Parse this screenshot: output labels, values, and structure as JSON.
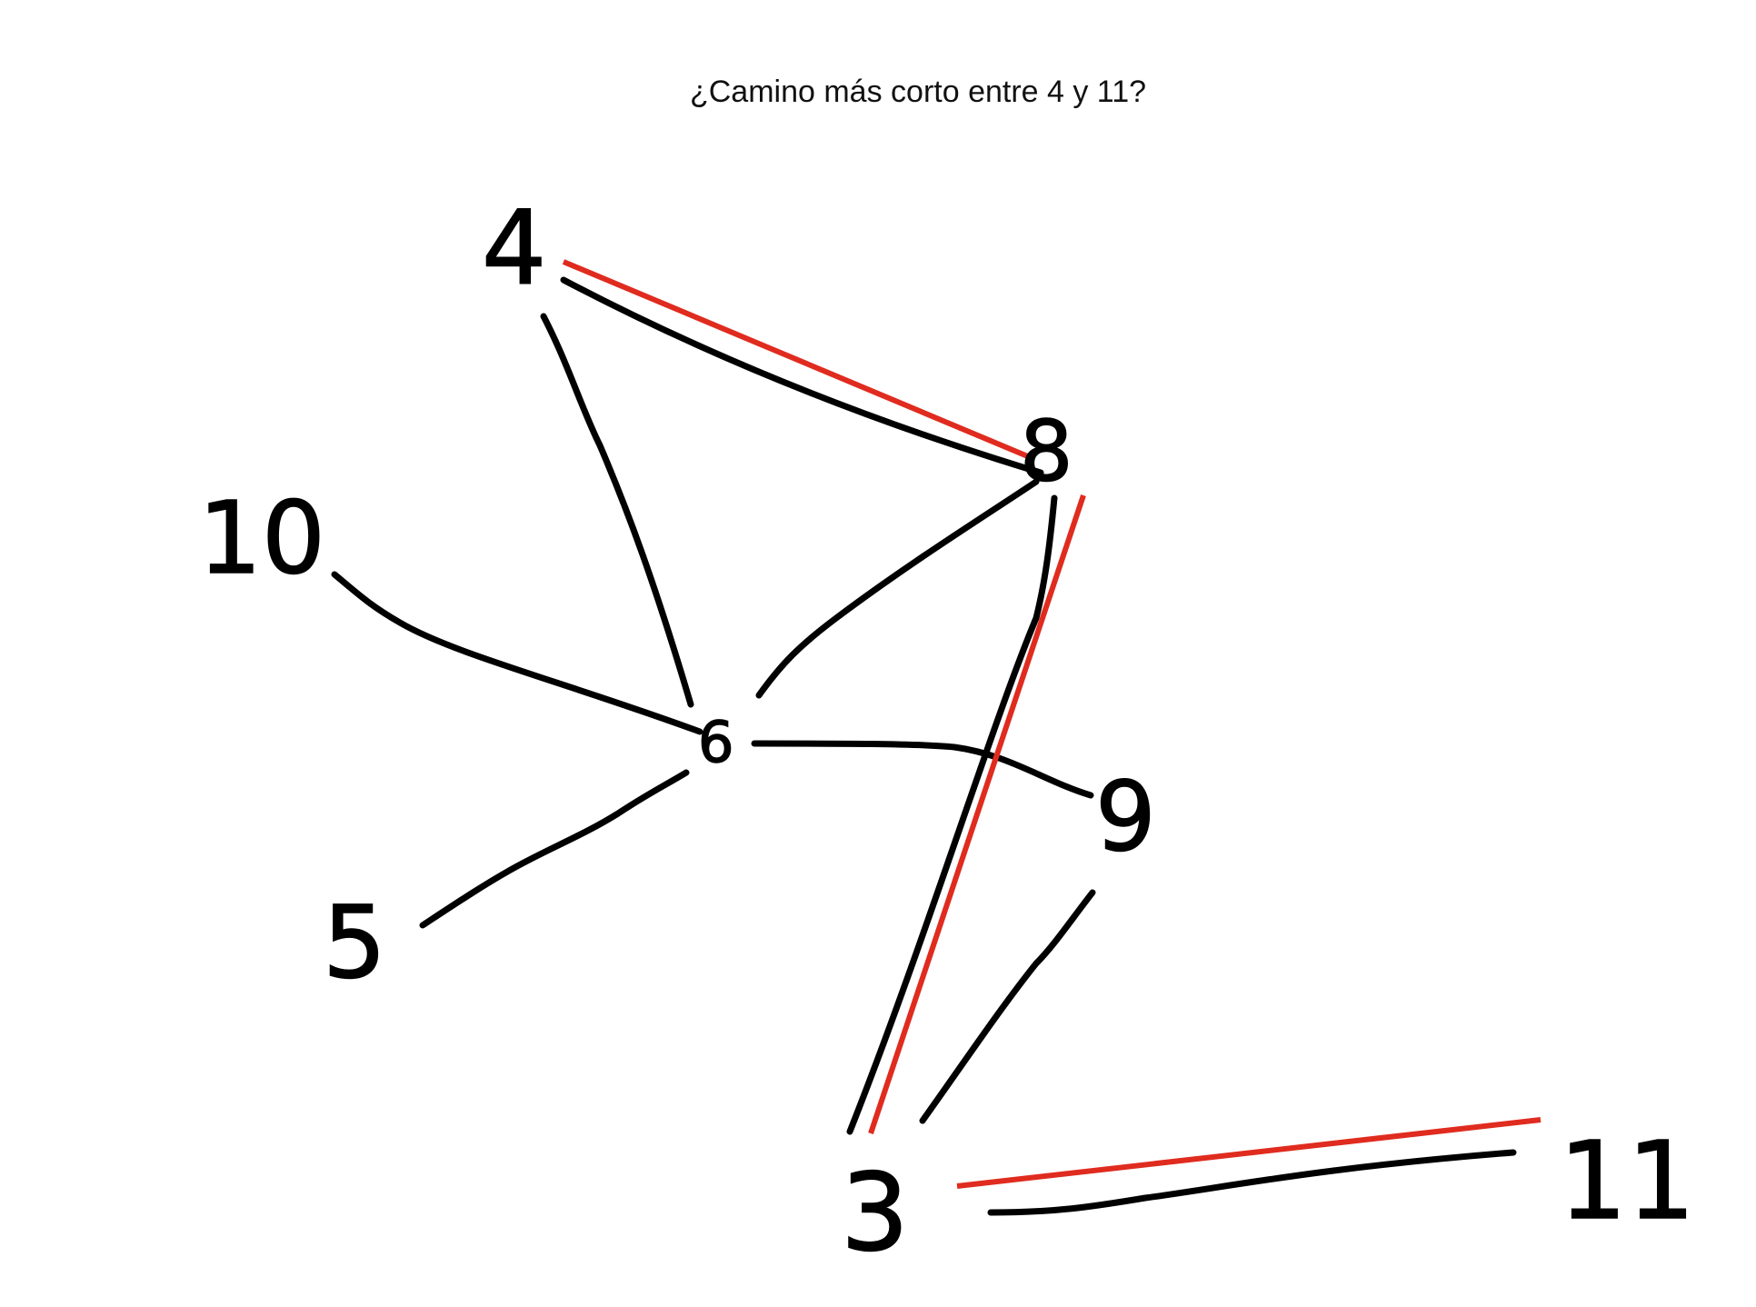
{
  "title": "¿Camino más corto entre 4 y 11?",
  "colors": {
    "edge": "#000000",
    "shortest_path": "#e02b1f",
    "background": "#ffffff"
  },
  "nodes": [
    {
      "id": "4",
      "label": "4"
    },
    {
      "id": "8",
      "label": "8"
    },
    {
      "id": "10",
      "label": "10"
    },
    {
      "id": "6",
      "label": "6"
    },
    {
      "id": "9",
      "label": "9"
    },
    {
      "id": "5",
      "label": "5"
    },
    {
      "id": "3",
      "label": "3"
    },
    {
      "id": "11",
      "label": "11"
    }
  ],
  "edges": [
    {
      "from": "4",
      "to": "8"
    },
    {
      "from": "4",
      "to": "6"
    },
    {
      "from": "8",
      "to": "6"
    },
    {
      "from": "8",
      "to": "3"
    },
    {
      "from": "10",
      "to": "6"
    },
    {
      "from": "6",
      "to": "9"
    },
    {
      "from": "6",
      "to": "5"
    },
    {
      "from": "9",
      "to": "3"
    },
    {
      "from": "3",
      "to": "11"
    }
  ],
  "shortest_path": [
    "4",
    "8",
    "3",
    "11"
  ]
}
